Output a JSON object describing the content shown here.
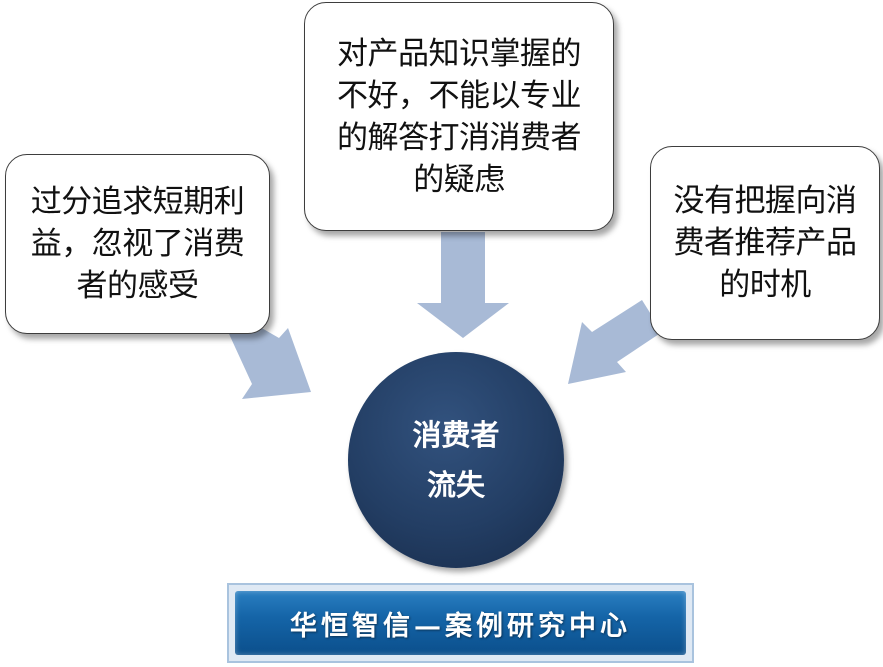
{
  "diagram": {
    "causes": [
      {
        "text": "过分追求短期利\n益，忽视了消费\n者的感受"
      },
      {
        "text": "对产品知识掌握的\n不好，不能以专业\n的解答打消消费者\n的疑虑"
      },
      {
        "text": "没有把握向消\n费者推荐产品\n的时机"
      }
    ],
    "center": {
      "text": "消费者\n流失"
    },
    "colors": {
      "arrow": "#a8bad6",
      "circle": "#233e64",
      "banner": "#1565a8"
    }
  },
  "footer": {
    "banner_text": "华恒智信—案例研究中心"
  }
}
